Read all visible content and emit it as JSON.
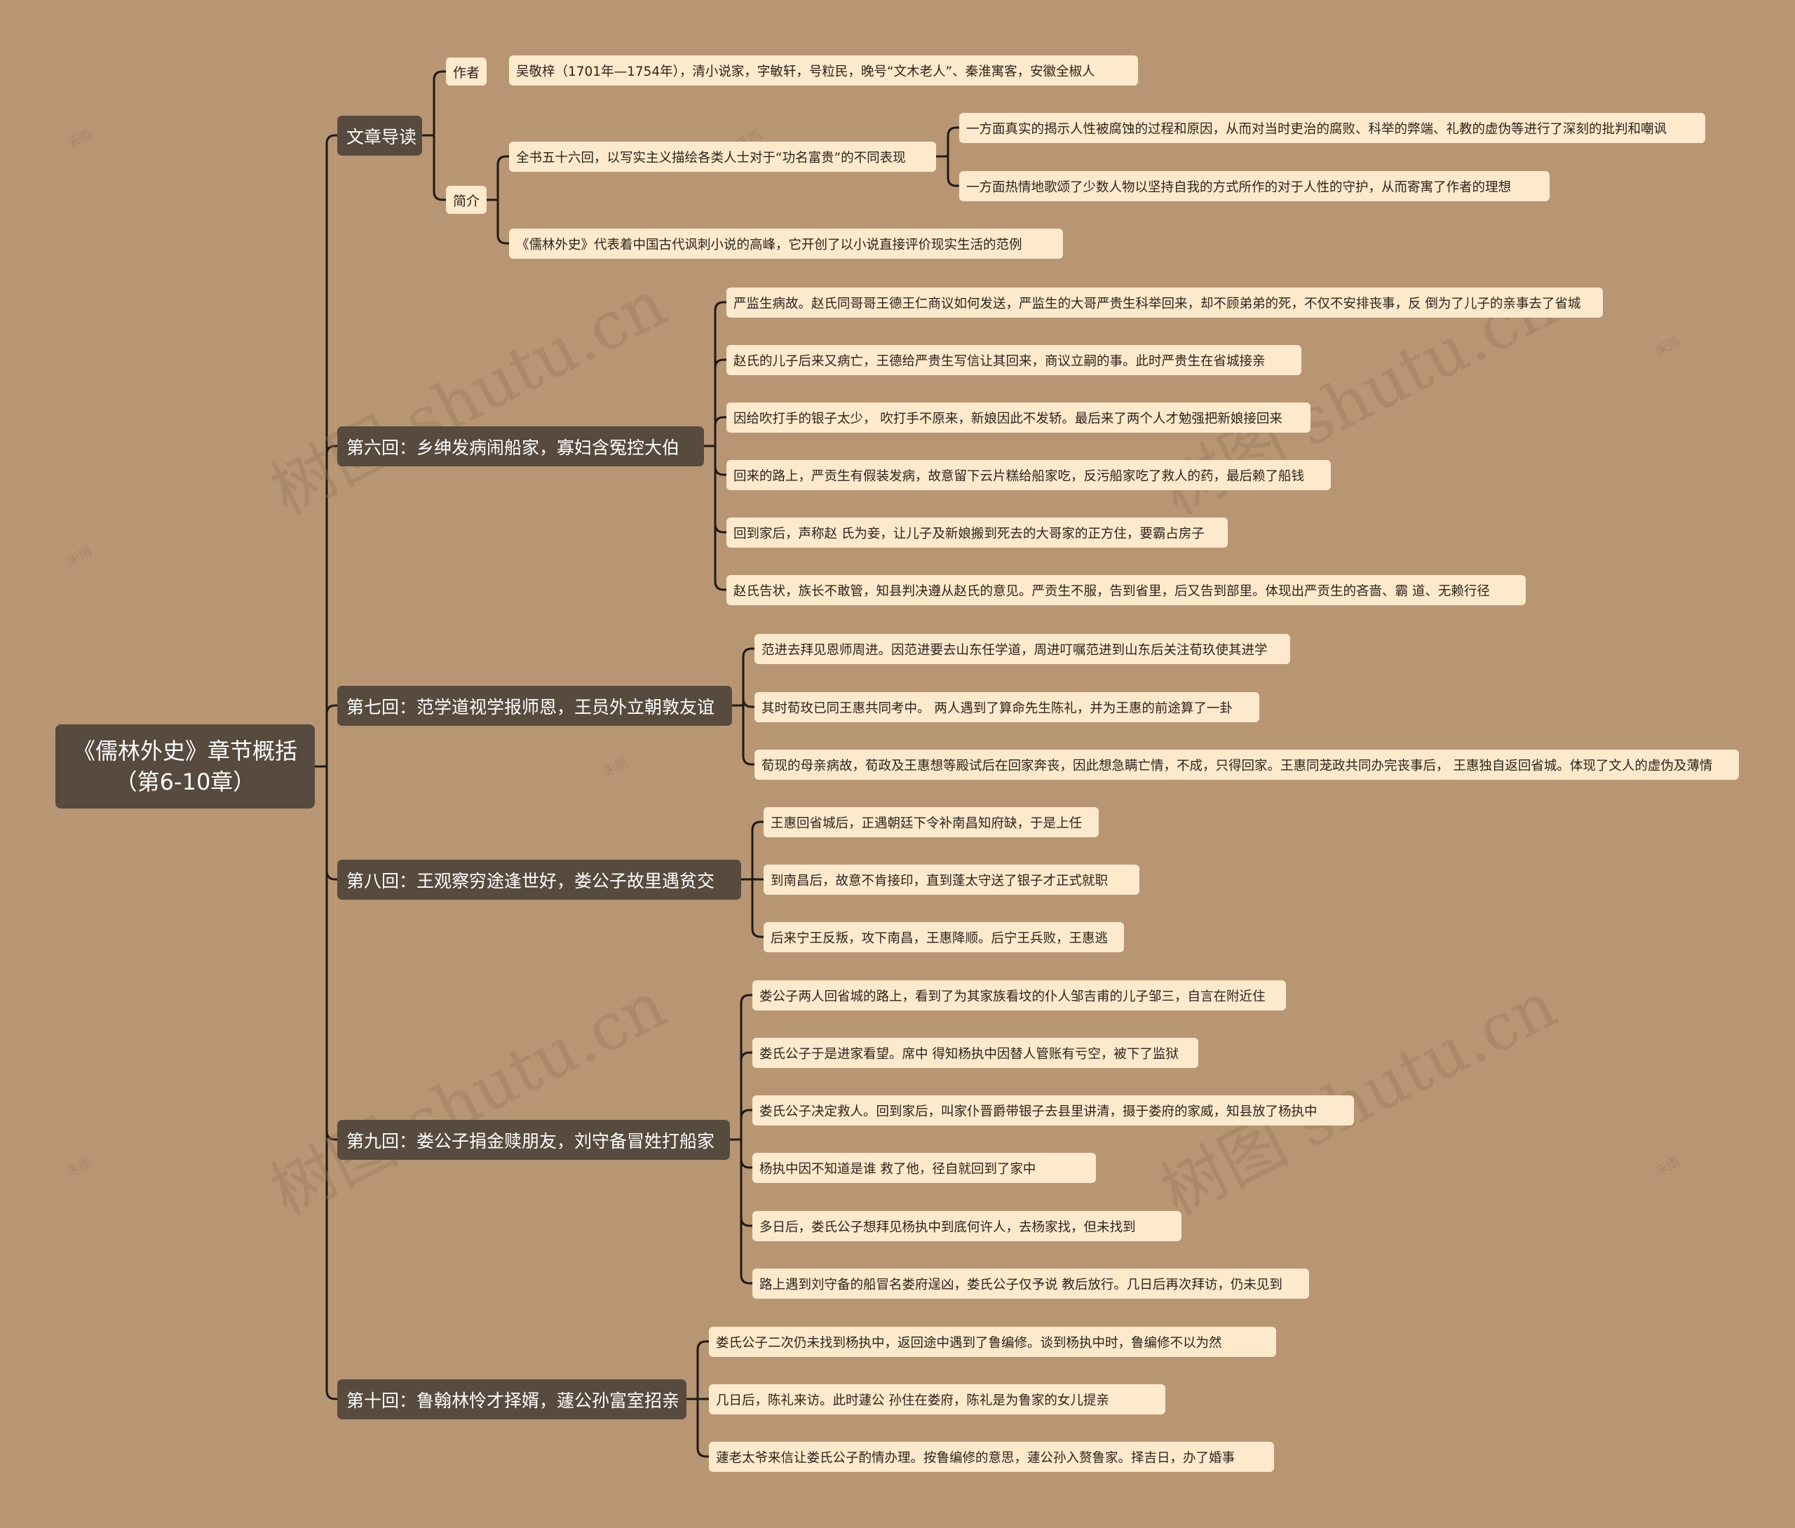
{
  "root": {
    "line1": "《儒林外史》章节概括",
    "line2": "（第6-10章）"
  },
  "watermark": {
    "text": "树图 shutu.cn",
    "small": "禾雨"
  },
  "intro": {
    "label": "文章导读",
    "author": {
      "label": "作者",
      "text": "吴敬梓（1701年—1754年），清小说家，字敏轩，号粒民，晚号“文木老人”、秦淮寓客，安徽全椒人"
    },
    "summary": {
      "label": "简介",
      "main": "全书五十六回，以写实主义描绘各类人士对于“功名富贵”的不同表现",
      "sub1": "一方面真实的揭示人性被腐蚀的过程和原因，从而对当时吏治的腐败、科举的弊端、礼教的虚伪等进行了深刻的批判和嘲讽",
      "sub2": "一方面热情地歌颂了少数人物以坚持自我的方式所作的对于人性的守护，从而寄寓了作者的理想",
      "status": "《儒林外史》代表着中国古代讽刺小说的高峰，它开创了以小说直接评价现实生活的范例"
    }
  },
  "chapters": [
    {
      "label": "第六回：乡绅发病闹船家，寡妇含冤控大伯",
      "items": [
        "严监生病故。赵氏同哥哥王德王仁商议如何发送，严监生的大哥严贵生科举回来，却不顾弟弟的死，不仅不安排丧事，反 倒为了儿子的亲事去了省城",
        "赵氏的儿子后来又病亡，王德给严贵生写信让其回来，商议立嗣的事。此时严贵生在省城接亲",
        "因给吹打手的银子太少， 吹打手不原来，新娘因此不发轿。最后来了两个人才勉强把新娘接回来",
        "回来的路上，严贡生有假装发病，故意留下云片糕给船家吃，反污船家吃了救人的药，最后赖了船钱",
        "回到家后，声称赵 氏为妾，让儿子及新娘搬到死去的大哥家的正方住，要霸占房子",
        "赵氏告状，族长不敢管，知县判决遵从赵氏的意见。严贡生不服，告到省里，后又告到部里。体现出严贡生的吝啬、霸 道、无赖行径"
      ]
    },
    {
      "label": "第七回：范学道视学报师恩，王员外立朝敦友谊",
      "items": [
        "范进去拜见恩师周进。因范进要去山东任学道，周进叮嘱范进到山东后关注荀玖使其进学",
        "其时荀玫已同王惠共同考中。 两人遇到了算命先生陈礼，并为王惠的前途算了一卦",
        "荀现的母亲病故，荀政及王惠想等殿试后在回家奔丧，因此想急瞒亡情，不成，只得回家。王惠同茏政共同办完丧事后， 王惠独自返回省城。体现了文人的虚伪及薄情"
      ]
    },
    {
      "label": "第八回：王观察穷途逢世好，娄公子故里遇贫交",
      "items": [
        "王惠回省城后，正遇朝廷下令补南昌知府缺，于是上任",
        "到南昌后，故意不肯接印，直到蓬太守送了银子才正式就职",
        "后来宁王反叛，攻下南昌，王惠降顺。后宁王兵败，王惠逃"
      ]
    },
    {
      "label": "第九回：娄公子捐金赎朋友，刘守备冒姓打船家",
      "items": [
        "娄公子两人回省城的路上，看到了为其家族看坟的仆人邹吉甫的儿子邹三，自言在附近住",
        "娄氏公子于是进家看望。席中 得知杨执中因替人管账有亏空，被下了监狱",
        "娄氏公子决定救人。回到家后，叫家仆晋爵带银子去县里讲清，摄于娄府的家威，知县放了杨执中",
        "杨执中因不知道是谁 救了他，径自就回到了家中",
        "多日后，娄氏公子想拜见杨执中到底何许人，去杨家找，但未找到",
        "路上遇到刘守备的船冒名娄府逞凶，娄氏公子仅予说 教后放行。几日后再次拜访，仍未见到"
      ]
    },
    {
      "label": "第十回：鲁翰林怜才择婿，蘧公孙富室招亲",
      "items": [
        "娄氏公子二次仍未找到杨执中，返回途中遇到了鲁编修。谈到杨执中时，鲁编修不以为然",
        "几日后，陈礼来访。此时蘧公 孙住在娄府，陈礼是为鲁家的女儿提亲",
        "蘧老太爷来信让娄氏公子酌情办理。按鲁编修的意思，蘧公孙入赘鲁家。择吉日，办了婚事"
      ]
    }
  ]
}
